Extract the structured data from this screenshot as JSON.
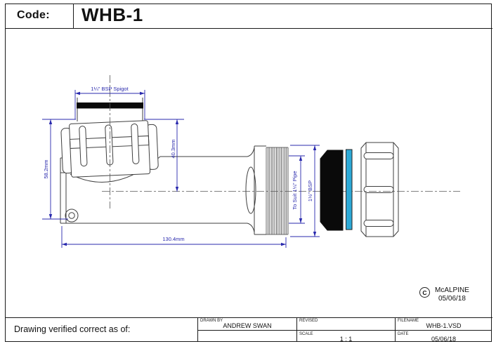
{
  "header": {
    "code_label": "Code:",
    "model": "WHB-1"
  },
  "drawing": {
    "labels": {
      "spigot": "1¼\" BSP Spigot",
      "height": "58.2mm",
      "drop": "40.3mm",
      "length": "130.4mm",
      "pipe": "To Suit 1¼\" Pipe",
      "bsp": "1½\" BSP"
    },
    "colors": {
      "dimension": "#2929ad",
      "outline": "#3f3f3f",
      "seal": "#0a0a0a",
      "washer": "#2da9d6"
    }
  },
  "copyright": {
    "symbol": "C",
    "name": "McALPINE",
    "date": "05/06/18"
  },
  "footer": {
    "verify_label": "Drawing verified  correct as of:",
    "fields": {
      "drawn_by": {
        "label": "DRAWN BY",
        "value": "ANDREW SWAN"
      },
      "revised": {
        "label": "REVISED",
        "value": ""
      },
      "filename": {
        "label": "FILENAME",
        "value": "WHB-1.VSD"
      },
      "scale": {
        "label": "SCALE",
        "value": "1 : 1"
      },
      "date": {
        "label": "DATE",
        "value": "05/06/18"
      }
    }
  }
}
